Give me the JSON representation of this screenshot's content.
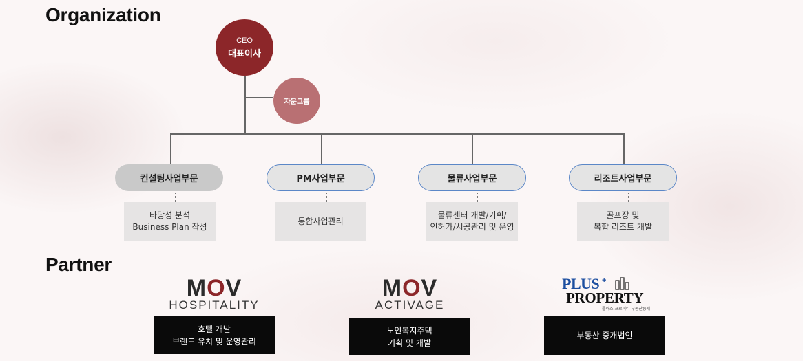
{
  "organization": {
    "title": "Organization",
    "ceo": {
      "en": "CEO",
      "ko": "대표이사"
    },
    "advisory": "자문그룹",
    "departments": [
      {
        "label": "컨설팅사업부문",
        "tasks": [
          "타당성 분석",
          "Business Plan 작성"
        ]
      },
      {
        "label": "PM사업부문",
        "tasks": [
          "통합사업관리"
        ]
      },
      {
        "label": "물류사업부문",
        "tasks": [
          "물류센터 개발/기획/",
          "인허가/시공관리 및 운영"
        ]
      },
      {
        "label": "리조트사업부문",
        "tasks": [
          "골프장 및",
          "복합 리조트 개발"
        ]
      }
    ]
  },
  "partner": {
    "title": "Partner",
    "partners": [
      {
        "logo_main": "MOV",
        "logo_sub": "HOSPITALITY",
        "desc": [
          "호텔 개발",
          "브랜드 유치 및 운영관리"
        ]
      },
      {
        "logo_main": "MOV",
        "logo_sub": "ACTIVAGE",
        "desc": [
          "노인복지주택",
          "기획 및 개발"
        ]
      },
      {
        "logo_main_top": "PLUS",
        "logo_main_bottom": "PROPERTY",
        "logo_sub": "플러스 프로퍼티 부동산중개",
        "desc": [
          "부동산 중개법인"
        ]
      }
    ]
  },
  "colors": {
    "ceo": "#8c2629",
    "advisory": "#b97073",
    "dept_outline": "#5b87c7",
    "plus_blue": "#1d4fa0"
  }
}
